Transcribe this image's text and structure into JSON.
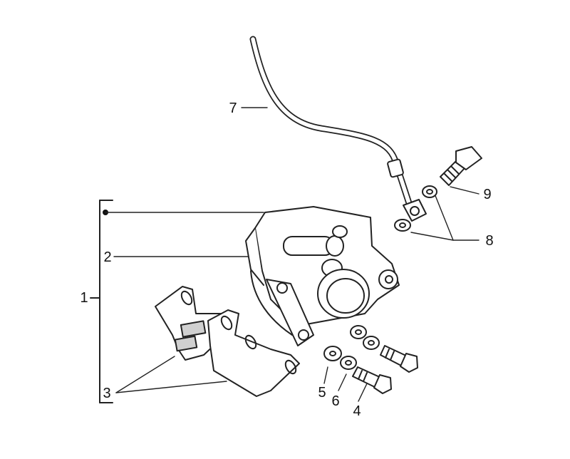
{
  "diagram": {
    "callouts": {
      "c1": "1",
      "c2": "2",
      "c3": "3",
      "c4": "4",
      "c5": "5",
      "c6": "6",
      "c7": "7",
      "c8": "8",
      "c9": "9"
    },
    "colors": {
      "line": "#222222",
      "fill": "#ffffff",
      "pad": "#d0d0d0"
    }
  }
}
